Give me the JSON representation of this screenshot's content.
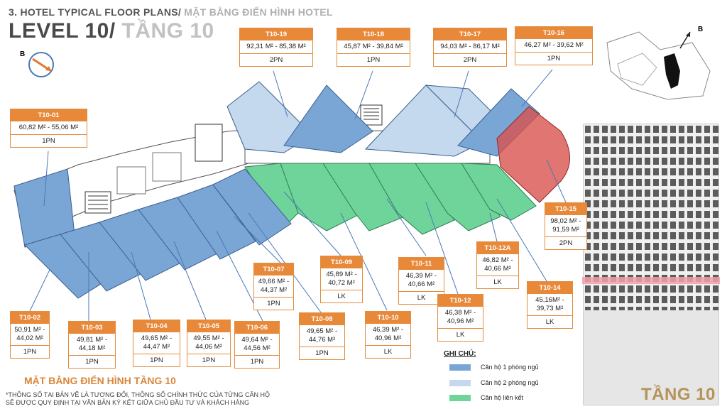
{
  "header": {
    "section": "3. HOTEL TYPICAL FLOOR PLANS/",
    "section_vi": " MẶT BẰNG ĐIỂN HÌNH HOTEL",
    "level": "LEVEL 10/",
    "level_vi": " TẦNG 10"
  },
  "compass": {
    "left_label": "B",
    "right_label": "B"
  },
  "units": [
    {
      "id": "T10-19",
      "area": "92,31 M² - 85,38 M²",
      "type": "2PN"
    },
    {
      "id": "T10-18",
      "area": "45,87 M² - 39,84 M²",
      "type": "1PN"
    },
    {
      "id": "T10-17",
      "area": "94,03 M² - 86,17 M²",
      "type": "2PN"
    },
    {
      "id": "T10-16",
      "area": "46,27 M² - 39,62 M²",
      "type": "1PN"
    },
    {
      "id": "T10-01",
      "area": "60,82 M² - 55,06 M²",
      "type": "1PN"
    },
    {
      "id": "T10-15",
      "area": "98,02 M² - 91,59 M²",
      "type": "2PN"
    },
    {
      "id": "T10-12A",
      "area": "46,82 M² - 40,66 M²",
      "type": "LK"
    },
    {
      "id": "T10-09",
      "area": "45,89 M² - 40,72 M²",
      "type": "LK"
    },
    {
      "id": "T10-11",
      "area": "46,39 M² - 40,66 M²",
      "type": "LK"
    },
    {
      "id": "T10-07",
      "area": "49,66 M² - 44,37 M²",
      "type": "1PN"
    },
    {
      "id": "T10-12",
      "area": "46,38 M² - 40,96 M²",
      "type": "LK"
    },
    {
      "id": "T10-14",
      "area": "45,16M² - 39,73 M²",
      "type": "LK"
    },
    {
      "id": "T10-02",
      "area": "50,91 M² - 44,02 M²",
      "type": "1PN"
    },
    {
      "id": "T10-03",
      "area": "49,81 M² - 44,18 M²",
      "type": "1PN"
    },
    {
      "id": "T10-04",
      "area": "49,65 M² - 44,47 M²",
      "type": "1PN"
    },
    {
      "id": "T10-05",
      "area": "49,55 M² - 44,06 M²",
      "type": "1PN"
    },
    {
      "id": "T10-06",
      "area": "49,64 M² - 44,56 M²",
      "type": "1PN"
    },
    {
      "id": "T10-08",
      "area": "49,65 M² - 44,76 M²",
      "type": "1PN"
    },
    {
      "id": "T10-10",
      "area": "46,39 M² - 40,96 M²",
      "type": "LK"
    }
  ],
  "legend": {
    "title": "GHI CHÚ:",
    "items": [
      {
        "label": "Căn hộ 1 phòng ngủ",
        "color": "#7aa6d6"
      },
      {
        "label": "Căn hộ 2 phòng ngủ",
        "color": "#c4d9ee"
      },
      {
        "label": "Căn hộ liên kết",
        "color": "#6fd49a"
      }
    ]
  },
  "footer": {
    "plan_title": "MẶT BẰNG ĐIỂN HÌNH TẦNG 10",
    "note_line1": "*THÔNG SỐ TẠI BẢN VẼ LÀ TƯƠNG ĐỐI, THÔNG SỐ CHÍNH THỨC CỦA TỪNG CĂN HỘ",
    "note_line2": "SẼ ĐƯỢC QUY ĐỊNH TẠI VĂN BẢN KÝ KẾT GIỮA CHỦ ĐẦU TƯ VÀ KHÁCH HÀNG",
    "floor_label": "TẦNG 10"
  },
  "colors": {
    "accent": "#e8893a",
    "one_bedroom": "#7aa6d6",
    "two_bedroom": "#c4d9ee",
    "linked": "#6fd49a",
    "highlight_red": "#d9534f"
  }
}
